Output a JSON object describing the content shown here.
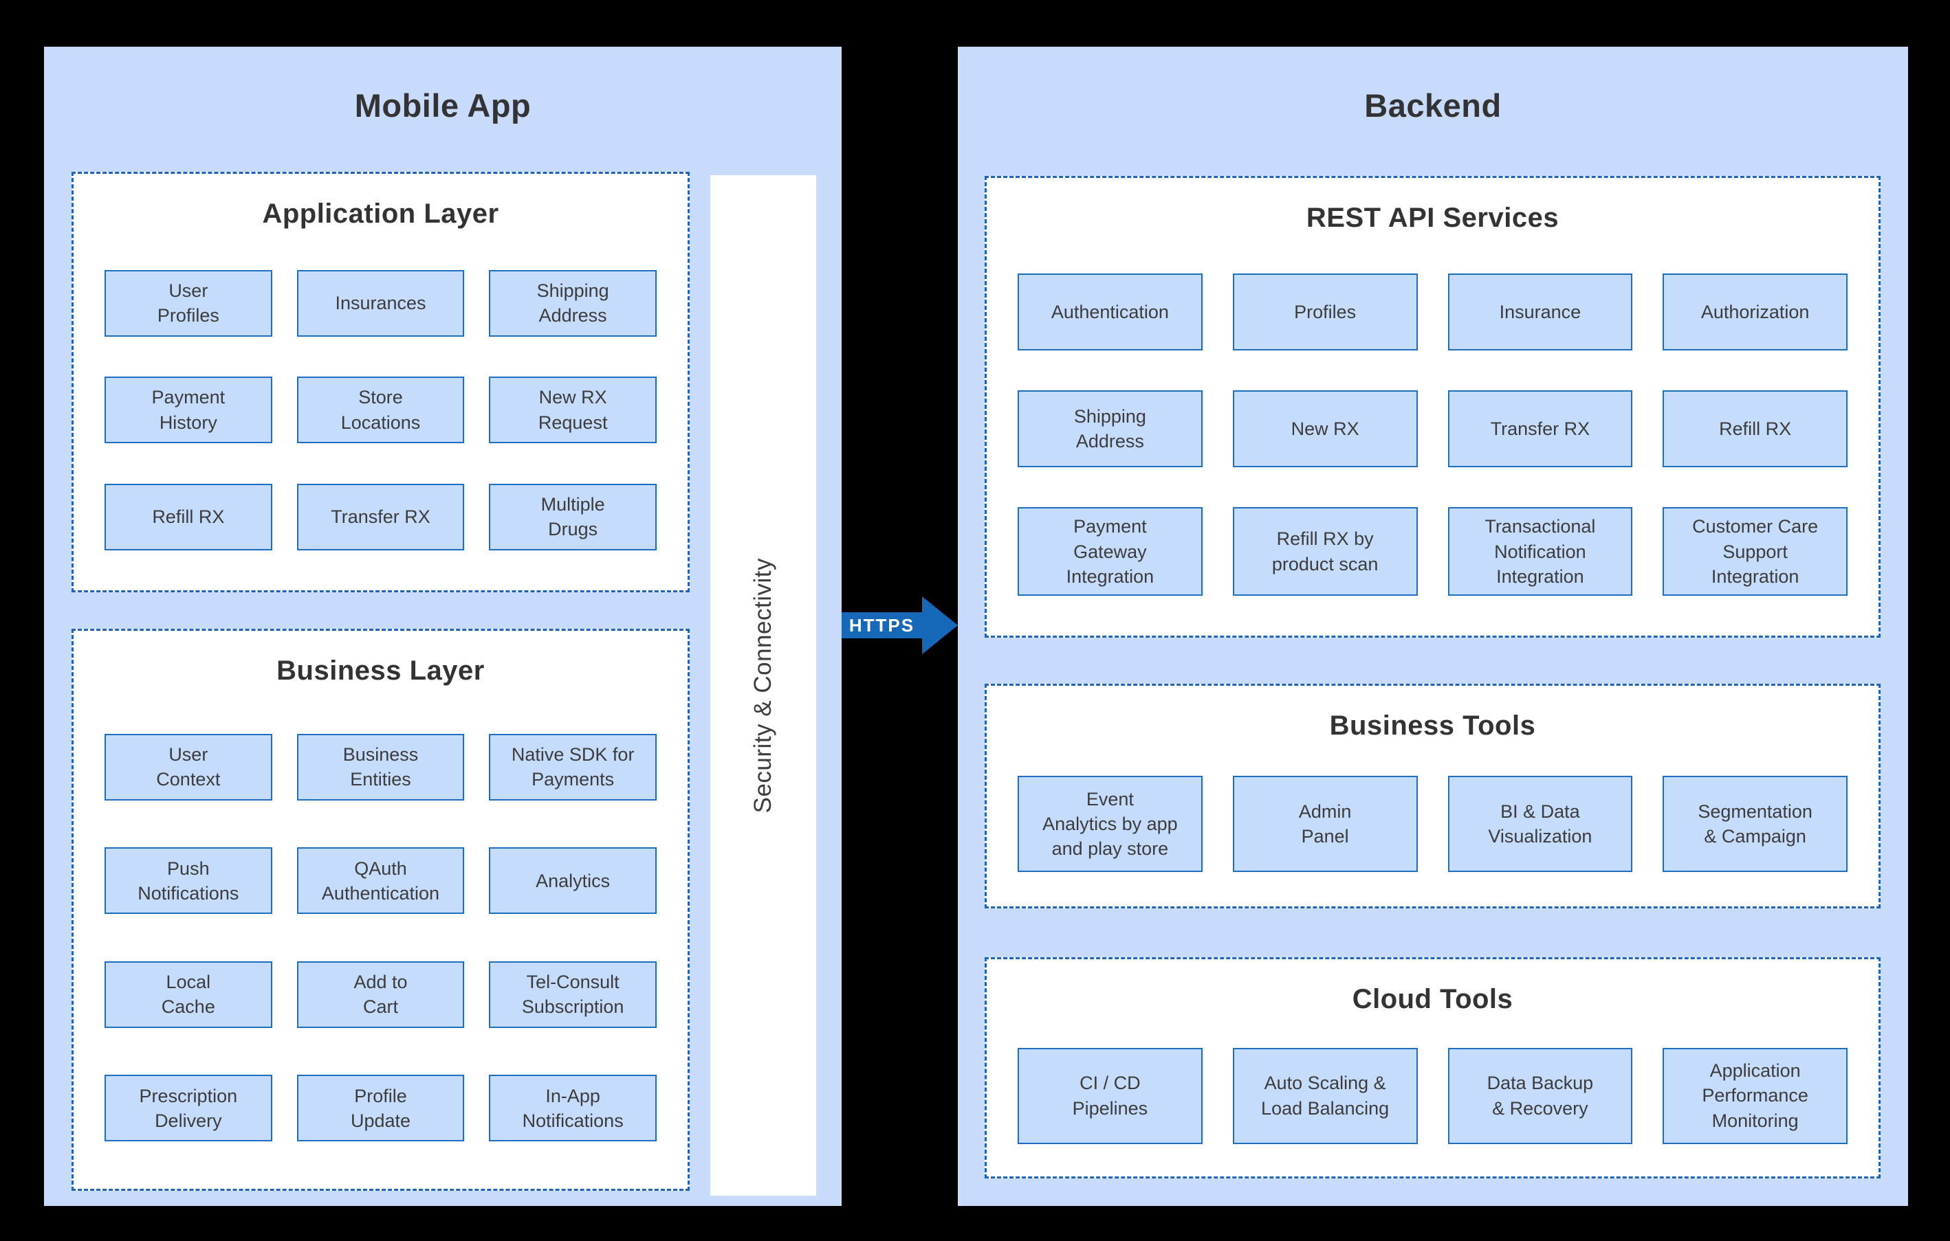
{
  "mobile_app": {
    "title": "Mobile App",
    "application_layer": {
      "title": "Application Layer",
      "boxes": [
        "User\nProfiles",
        "Insurances",
        "Shipping\nAddress",
        "Payment\nHistory",
        "Store\nLocations",
        "New RX\nRequest",
        "Refill RX",
        "Transfer RX",
        "Multiple\nDrugs"
      ]
    },
    "business_layer": {
      "title": "Business Layer",
      "boxes": [
        "User\nContext",
        "Business\nEntities",
        "Native SDK for\nPayments",
        "Push\nNotifications",
        "QAuth\nAuthentication",
        "Analytics",
        "Local\nCache",
        "Add to\nCart",
        "Tel-Consult\nSubscription",
        "Prescription\nDelivery",
        "Profile\nUpdate",
        "In-App\nNotifications"
      ]
    },
    "security_bar": {
      "label": "Security & Connectivity"
    }
  },
  "connector": {
    "label": "HTTPS"
  },
  "backend": {
    "title": "Backend",
    "rest_api": {
      "title": "REST API Services",
      "boxes": [
        "Authentication",
        "Profiles",
        "Insurance",
        "Authorization",
        "Shipping\nAddress",
        "New RX",
        "Transfer RX",
        "Refill RX",
        "Payment\nGateway\nIntegration",
        "Refill RX by\nproduct scan",
        "Transactional\nNotification\nIntegration",
        "Customer Care\nSupport\nIntegration"
      ]
    },
    "business_tools": {
      "title": "Business Tools",
      "boxes": [
        "Event\nAnalytics by app\nand play store",
        "Admin\nPanel",
        "BI & Data\nVisualization",
        "Segmentation\n& Campaign"
      ]
    },
    "cloud_tools": {
      "title": "Cloud Tools",
      "boxes": [
        "CI / CD\nPipelines",
        "Auto Scaling &\nLoad Balancing",
        "Data Backup\n& Recovery",
        "Application\nPerformance\nMonitoring"
      ]
    }
  },
  "colors": {
    "page_bg": "#000000",
    "panel_bg": "#c8dbfc",
    "section_bg": "#ffffff",
    "section_border": "#2063bd",
    "box_bg": "#c6dcfc",
    "box_border": "#1f6fc0",
    "heading_text": "#333333",
    "label_text": "#3c3c3c",
    "arrow_fill": "#1569b8",
    "arrow_text": "#ffffff"
  }
}
